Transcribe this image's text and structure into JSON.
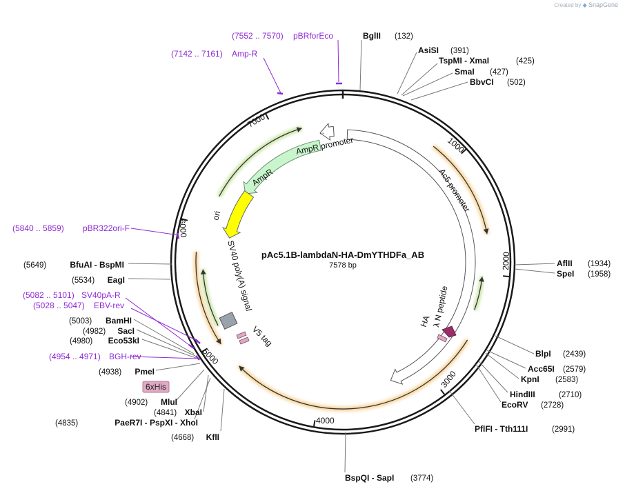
{
  "watermark": {
    "prefix": "Created by",
    "brand": "SnapGene"
  },
  "plasmid": {
    "name": "pAc5.1B-lambdaN-HA-DmYTHDFa_AB",
    "size": "7578 bp"
  },
  "ruler": [
    "1000",
    "2000",
    "3000",
    "4000",
    "5000",
    "7000",
    "6000"
  ],
  "features": {
    "ampr_promoter": "AmpR promoter",
    "ampr": "AmpR",
    "ac5_promoter": "Ac5 promoter",
    "ori": "ori",
    "sv40": "SV40 poly(A) signal",
    "v5": "V5 tag",
    "lambda_n": "λ N peptide",
    "ha": "HA",
    "his6": "6xHis"
  },
  "sites": [
    {
      "id": "bglii",
      "name": "BglII",
      "pos": "(132)"
    },
    {
      "id": "asisi",
      "name": "AsiSI",
      "pos": "(391)"
    },
    {
      "id": "tspmi",
      "name": "TspMI  -  XmaI",
      "pos": "(425)"
    },
    {
      "id": "smai",
      "name": "SmaI",
      "pos": "(427)"
    },
    {
      "id": "bbvci",
      "name": "BbvCI",
      "pos": "(502)"
    },
    {
      "id": "aflii",
      "name": "AflII",
      "pos": "(1934)"
    },
    {
      "id": "spei",
      "name": "SpeI",
      "pos": "(1958)"
    },
    {
      "id": "blpi",
      "name": "BlpI",
      "pos": "(2439)"
    },
    {
      "id": "acc65i",
      "name": "Acc65I",
      "pos": "(2579)"
    },
    {
      "id": "kpni",
      "name": "KpnI",
      "pos": "(2583)"
    },
    {
      "id": "hindiii",
      "name": "HindIII",
      "pos": "(2710)"
    },
    {
      "id": "ecorv",
      "name": "EcoRV",
      "pos": "(2728)"
    },
    {
      "id": "pflfi",
      "name": "PflFI  -  Tth111I",
      "pos": "(2991)"
    },
    {
      "id": "bspqi",
      "name": "BspQI  -  SapI",
      "pos": "(3774)"
    },
    {
      "id": "kfli",
      "name": "KflI",
      "pos": "(4668)"
    },
    {
      "id": "paer7i",
      "name": "PaeR7I  -  PspXI  -  XhoI",
      "pos": "(4835)"
    },
    {
      "id": "xbai",
      "name": "XbaI",
      "pos": "(4841)"
    },
    {
      "id": "mlui",
      "name": "MluI",
      "pos": "(4902)"
    },
    {
      "id": "pmei",
      "name": "PmeI",
      "pos": "(4938)"
    },
    {
      "id": "eco53ki",
      "name": "Eco53kI",
      "pos": "(4980)"
    },
    {
      "id": "saci",
      "name": "SacI",
      "pos": "(4982)"
    },
    {
      "id": "bamhi",
      "name": "BamHI",
      "pos": "(5003)"
    },
    {
      "id": "eagi",
      "name": "EagI",
      "pos": "(5534)"
    },
    {
      "id": "bfuai",
      "name": "BfuAI  -  BspMI",
      "pos": "(5649)"
    }
  ],
  "primers": [
    {
      "id": "pbrforeco",
      "range": "(7552 .. 7570)",
      "name": "pBRforEco"
    },
    {
      "id": "ampr_p",
      "range": "(7142 .. 7161)",
      "name": "Amp-R"
    },
    {
      "id": "pbr322ori",
      "range": "(5840 .. 5859)",
      "name": "pBR322ori-F"
    },
    {
      "id": "sv40par",
      "range": "(5082 .. 5101)",
      "name": "SV40pA-R"
    },
    {
      "id": "ebvrev",
      "range": "(5028 .. 5047)",
      "name": "EBV-rev"
    },
    {
      "id": "bghrev",
      "range": "(4954 .. 4971)",
      "name": "BGH-rev"
    }
  ],
  "colors": {
    "backbone": "#1a1a1a",
    "orange_feature": "#f0a020",
    "green_feature": "#8dc63f",
    "ampr_fill": "#c9f5cc",
    "ori_fill": "#ffff00",
    "sv40_fill": "#9aa3ab",
    "tag_fill": "#e0a9c4",
    "lambda_fill": "#9b2d68",
    "primer": "#8e2ad6"
  }
}
